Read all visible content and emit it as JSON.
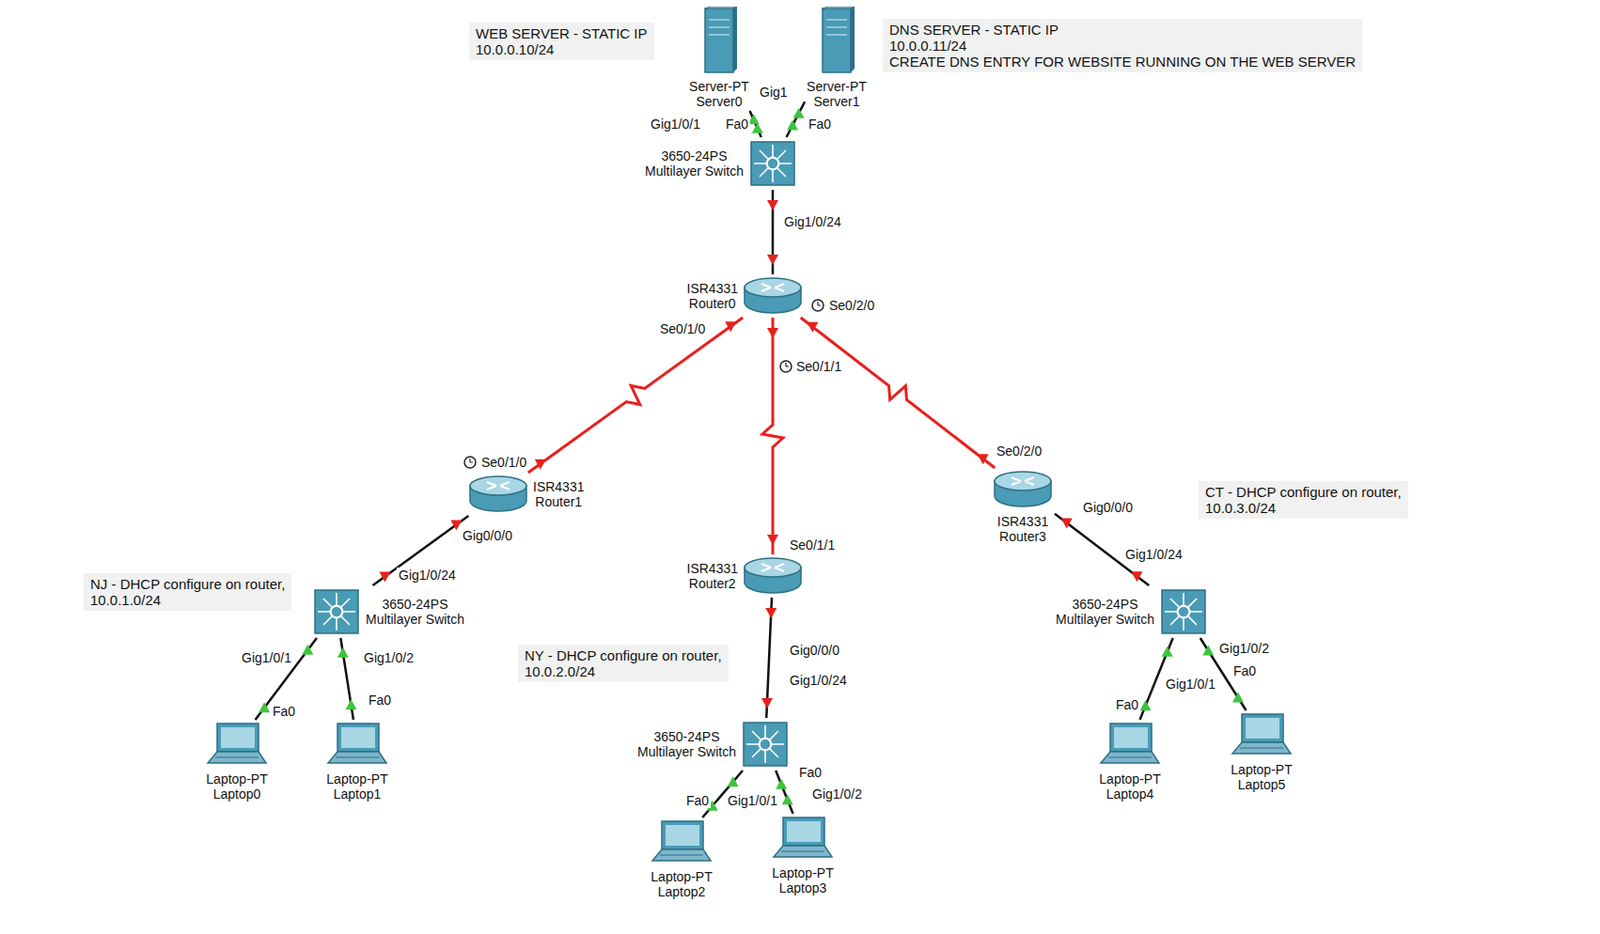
{
  "diagram": {
    "nodes": [
      {
        "text": [
          "WEB SERVER - STATIC IP",
          "10.0.0.10/24"
        ]
      },
      {
        "text": [
          "Server-PT",
          "Server0"
        ]
      },
      {
        "text": [
          "Server-PT",
          "Server1"
        ]
      },
      {
        "text": [
          "DNS SERVER - STATIC IP",
          "10.0.0.11/24",
          "CREATE DNS ENTRY FOR WEBSITE RUNNING ON THE WEB SERVER"
        ]
      },
      {
        "text": [
          "3650-24PS",
          "Multilayer Switch"
        ]
      },
      {
        "text": [
          "ISR4331",
          "Router0"
        ]
      },
      {
        "text": [
          "ISR4331",
          "Router1"
        ]
      },
      {
        "text": [
          "ISR4331",
          "Router2"
        ]
      },
      {
        "text": [
          "ISR4331",
          "Router3"
        ]
      },
      {
        "text": [
          "CT - DHCP configure on router,",
          "10.0.3.0/24"
        ]
      },
      {
        "text": [
          "NJ - DHCP configure on router,",
          "10.0.1.0/24"
        ]
      },
      {
        "text": [
          "3650-24PS",
          "Multilayer Switch"
        ]
      },
      {
        "text": [
          "NY - DHCP configure on router,",
          "10.0.2.0/24"
        ]
      },
      {
        "text": [
          "3650-24PS",
          "Multilayer Switch"
        ]
      },
      {
        "text": [
          "3650-24PS",
          "Multilayer Switch"
        ]
      },
      {
        "text": [
          "Laptop-PT",
          "Laptop0"
        ]
      },
      {
        "text": [
          "Laptop-PT",
          "Laptop1"
        ]
      },
      {
        "text": [
          "Laptop-PT",
          "Laptop2"
        ]
      },
      {
        "text": [
          "Laptop-PT",
          "Laptop3"
        ]
      },
      {
        "text": [
          "Laptop-PT",
          "Laptop4"
        ]
      },
      {
        "text": [
          "Laptop-PT",
          "Laptop5"
        ]
      }
    ],
    "edges": [
      {
        "from": 1,
        "to": 4,
        "arrow": "none"
      },
      {
        "from": 2,
        "to": 4,
        "arrow": "none"
      },
      {
        "from": 4,
        "to": 5,
        "arrow": "none"
      },
      {
        "from": 5,
        "to": 6,
        "arrow": "none"
      },
      {
        "from": 5,
        "to": 7,
        "arrow": "none"
      },
      {
        "from": 5,
        "to": 8,
        "arrow": "none"
      },
      {
        "from": 6,
        "to": 11,
        "arrow": "none"
      },
      {
        "from": 7,
        "to": 13,
        "arrow": "none"
      },
      {
        "from": 8,
        "to": 14,
        "arrow": "none"
      },
      {
        "from": 11,
        "to": 15,
        "arrow": "none"
      },
      {
        "from": 11,
        "to": 16,
        "arrow": "none"
      },
      {
        "from": 13,
        "to": 17,
        "arrow": "none"
      },
      {
        "from": 13,
        "to": 18,
        "arrow": "none"
      },
      {
        "from": 14,
        "to": 19,
        "arrow": "none"
      },
      {
        "from": 14,
        "to": 20,
        "arrow": "none"
      }
    ],
    "labels": [
      "Gig1",
      "Fa0",
      "Gig1/0/1",
      "Fa0",
      "Gig1/0/24",
      "Se0/2/0",
      "Se0/1/0",
      "Se0/1/1",
      "Se0/1/0",
      "Gig0/0/0",
      "Gig1/0/24",
      "Gig1/0/1",
      "Gig1/0/2",
      "Fa0",
      "Fa0",
      "Se0/1/1",
      "Gig0/0/0",
      "Gig1/0/24",
      "Fa0",
      "Gig1/0/2",
      "Gig1/0/1",
      "Fa0",
      "Se0/2/0",
      "Gig0/0/0",
      "Gig1/0/24",
      "Gig1/0/2",
      "Fa0",
      "Gig1/0/1",
      "Fa0"
    ]
  }
}
